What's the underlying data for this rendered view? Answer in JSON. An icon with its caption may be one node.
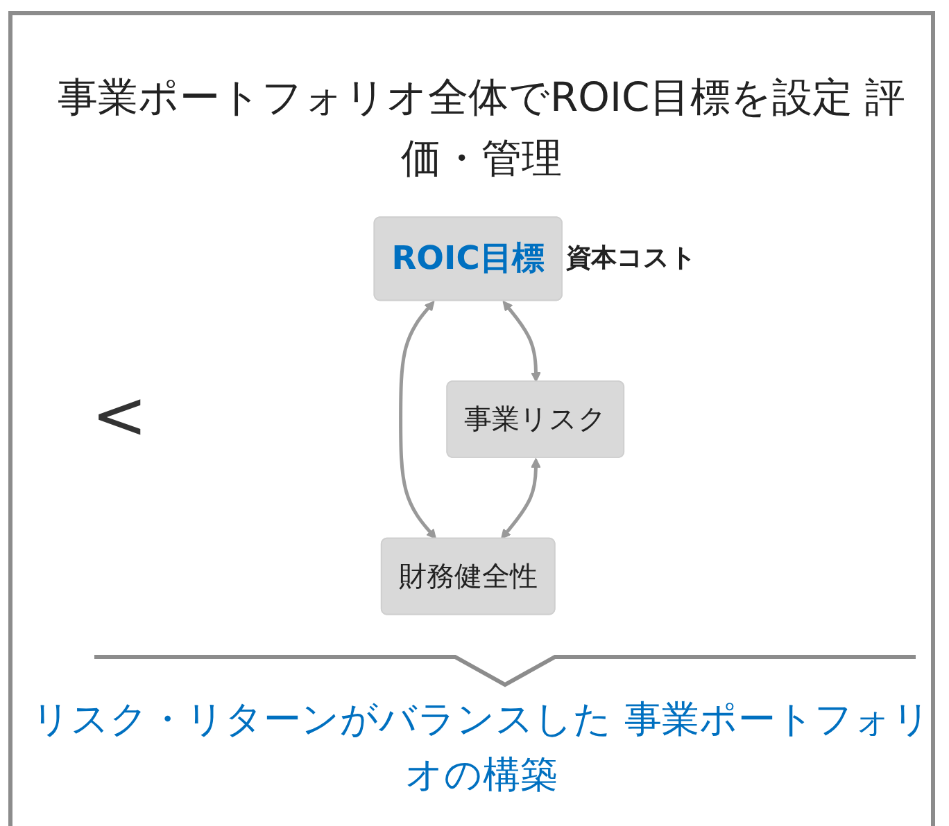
{
  "diagram": {
    "title": "事業ポートフォリオ全体でROIC目標を設定 評価・管理",
    "nodes": [
      {
        "text": [
          "ROIC目標"
        ]
      },
      {
        "text": [
          "事業リスク"
        ]
      },
      {
        "text": [
          "財務健全性"
        ]
      },
      {
        "text": [
          "資本コスト"
        ]
      }
    ],
    "edges": [
      {
        "from": 0,
        "to": 1,
        "arrow": "both"
      },
      {
        "from": 0,
        "to": 2,
        "arrow": "both"
      },
      {
        "from": 1,
        "to": 2,
        "arrow": "both"
      }
    ],
    "labels": [
      "<"
    ],
    "caption": "リスク・リターンがバランスした 事業ポートフォリオの構築"
  }
}
